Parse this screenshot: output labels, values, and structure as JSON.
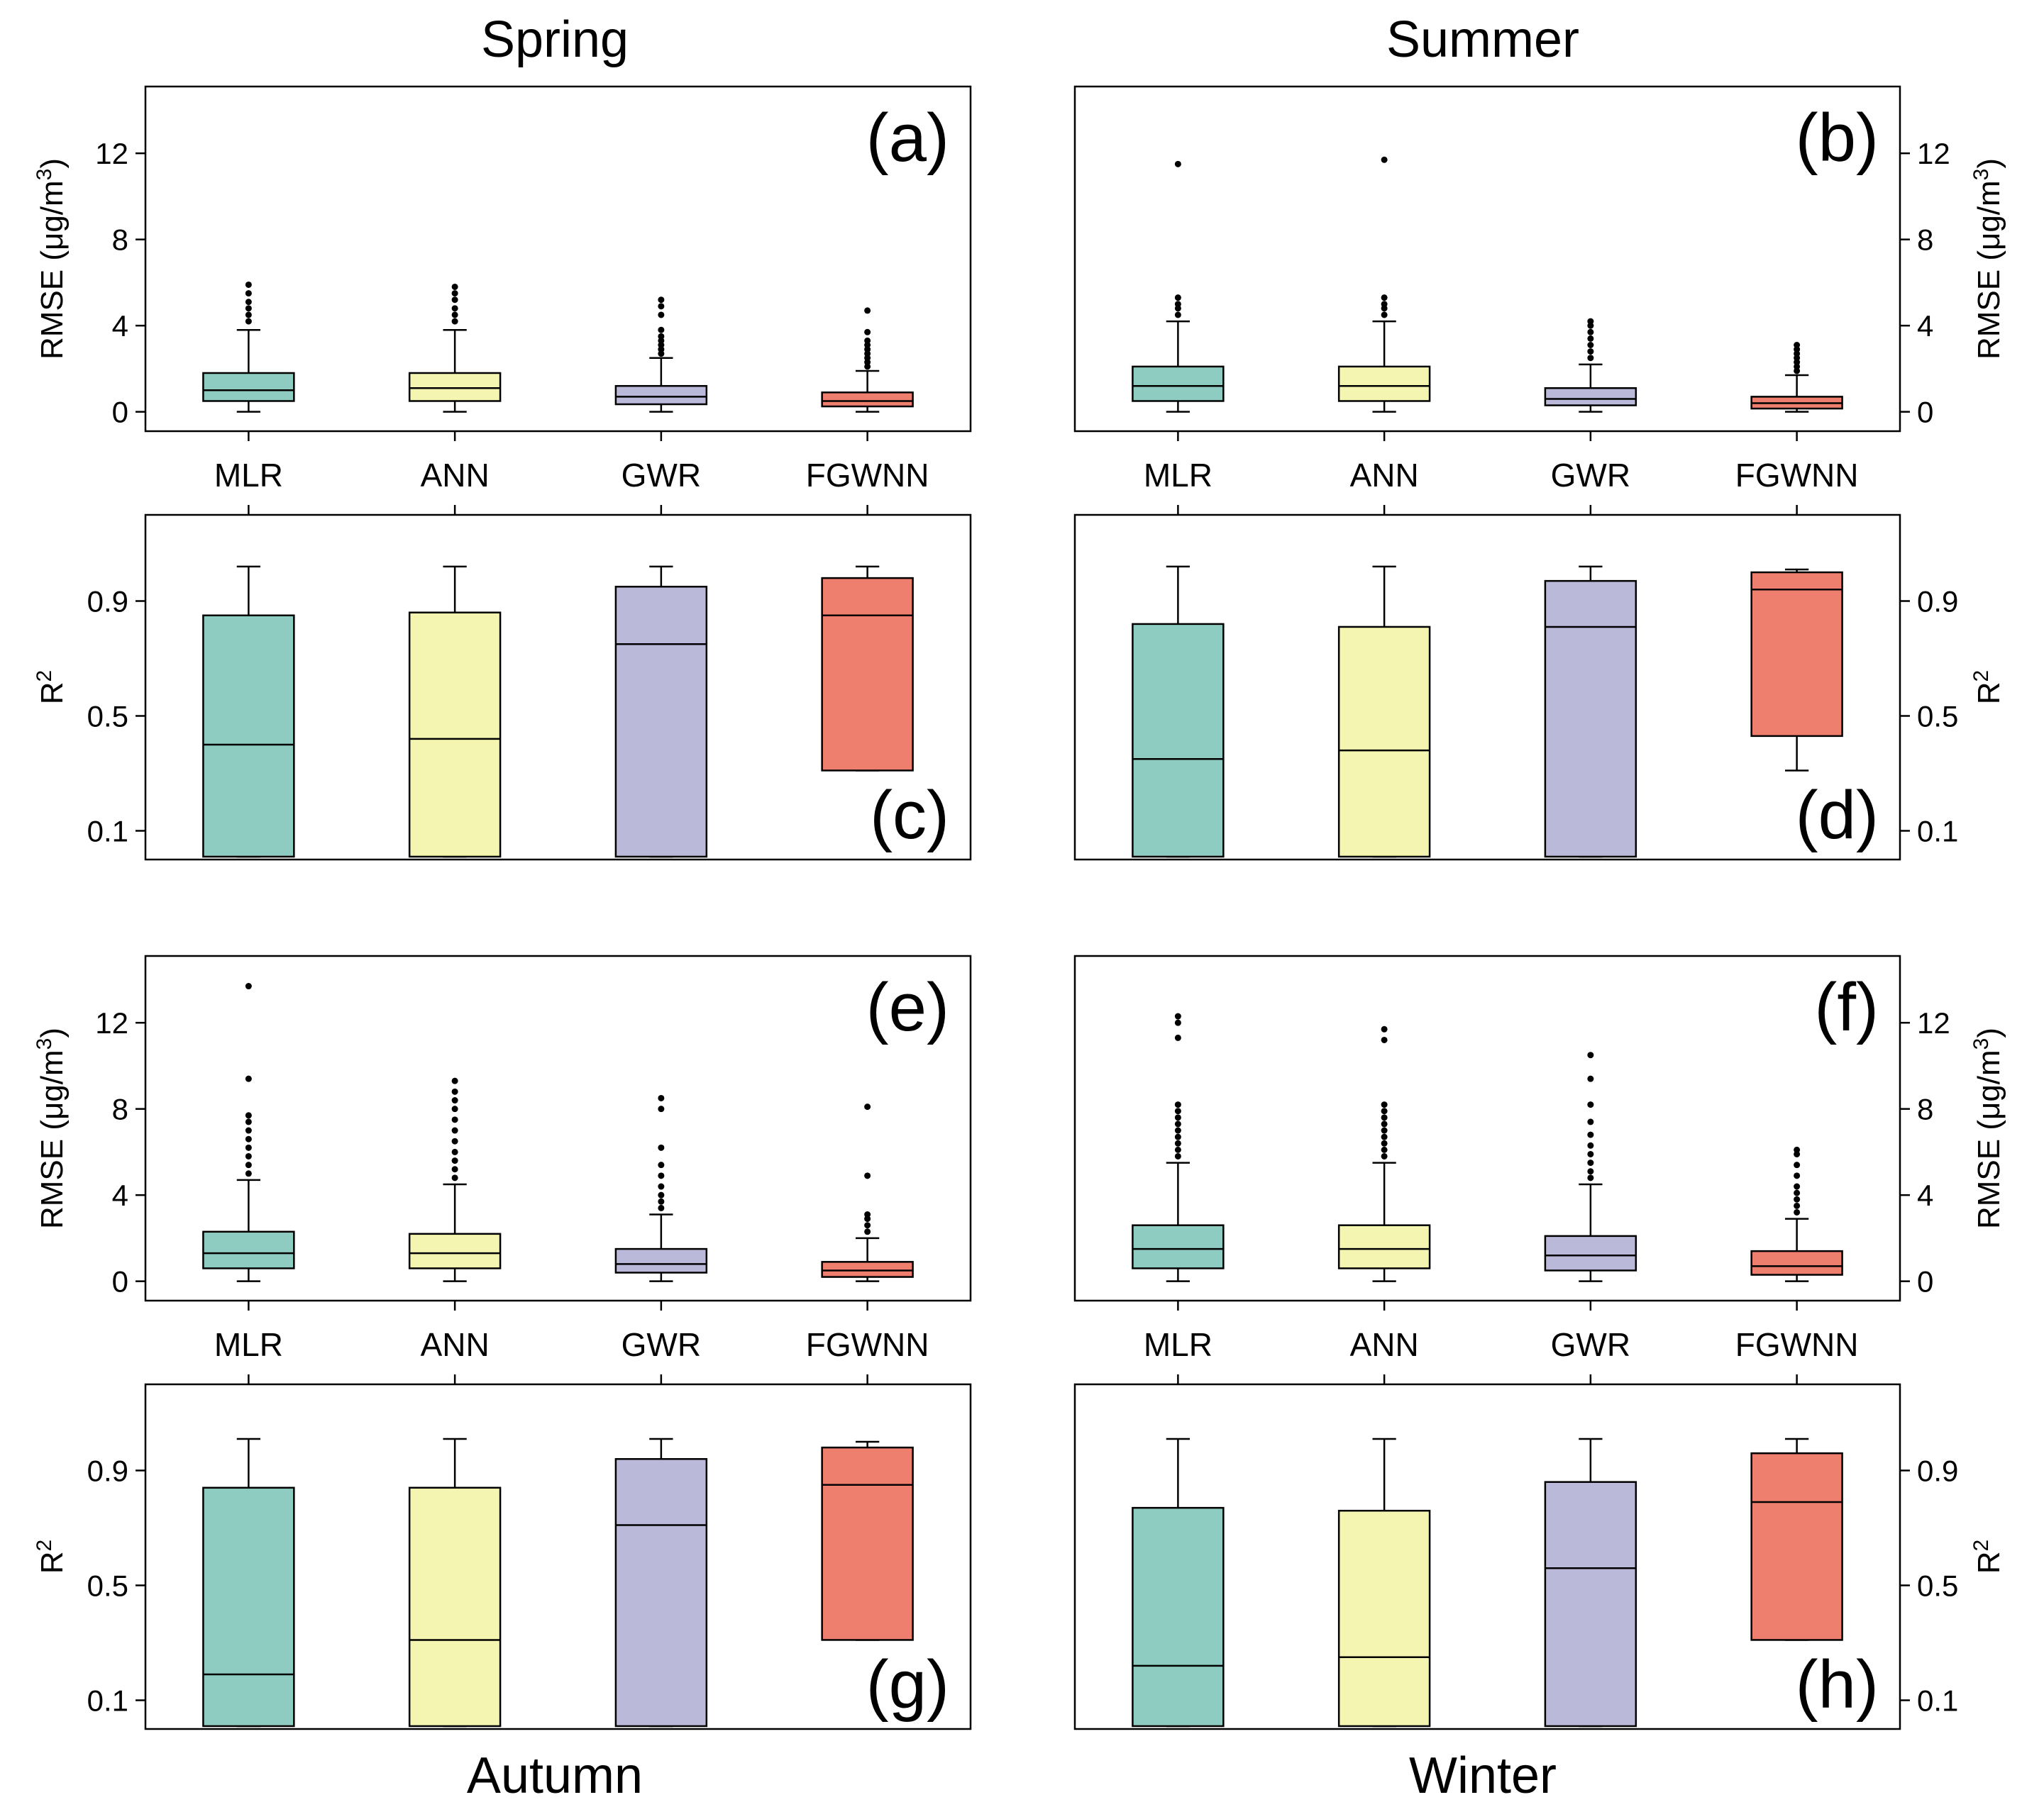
{
  "figure": {
    "season_titles": [
      "Spring",
      "Summer",
      "Autumn",
      "Winter"
    ]
  },
  "axis_labels": {
    "rmse": "RMSE (μg/m",
    "rmse_sup": "3",
    "rmse_close": ")",
    "r2": "R",
    "r2_sup": "2"
  },
  "colors": {
    "MLR": "#8ecbc0",
    "ANN": "#f4f5b0",
    "GWR": "#bbb9d9",
    "FGWNN": "#ee7e6e"
  },
  "chart_data": [
    {
      "panel": "(a)",
      "season": "Spring",
      "type": "box",
      "metric": "RMSE",
      "categories": [
        "MLR",
        "ANN",
        "GWR",
        "FGWNN"
      ],
      "ylim": [
        -0.9,
        15.1
      ],
      "yticks": [
        0,
        4,
        8,
        12
      ],
      "boxes": [
        {
          "min": 0,
          "q1": 0.5,
          "median": 1.0,
          "q3": 1.8,
          "max": 3.8,
          "outliers": [
            4.2,
            4.5,
            4.8,
            5.1,
            5.5,
            5.9
          ]
        },
        {
          "min": 0,
          "q1": 0.5,
          "median": 1.1,
          "q3": 1.8,
          "max": 3.8,
          "outliers": [
            4.2,
            4.5,
            4.8,
            5.2,
            5.5,
            5.8
          ]
        },
        {
          "min": 0,
          "q1": 0.35,
          "median": 0.7,
          "q3": 1.2,
          "max": 2.5,
          "outliers": [
            2.7,
            2.9,
            3.1,
            3.3,
            3.5,
            3.8,
            4.5,
            4.9,
            5.2
          ]
        },
        {
          "min": 0,
          "q1": 0.25,
          "median": 0.5,
          "q3": 0.9,
          "max": 1.9,
          "outliers": [
            2.1,
            2.3,
            2.5,
            2.7,
            2.9,
            3.1,
            3.3,
            3.7,
            4.7
          ]
        }
      ]
    },
    {
      "panel": "(b)",
      "season": "Summer",
      "type": "box",
      "metric": "RMSE",
      "categories": [
        "MLR",
        "ANN",
        "GWR",
        "FGWNN"
      ],
      "ylim": [
        -0.9,
        15.1
      ],
      "yticks": [
        0,
        4,
        8,
        12
      ],
      "boxes": [
        {
          "min": 0,
          "q1": 0.5,
          "median": 1.2,
          "q3": 2.1,
          "max": 4.2,
          "outliers": [
            4.5,
            4.8,
            5.0,
            5.3,
            11.5
          ]
        },
        {
          "min": 0,
          "q1": 0.5,
          "median": 1.2,
          "q3": 2.1,
          "max": 4.2,
          "outliers": [
            4.5,
            4.8,
            5.0,
            5.3,
            11.7
          ]
        },
        {
          "min": 0,
          "q1": 0.3,
          "median": 0.6,
          "q3": 1.1,
          "max": 2.2,
          "outliers": [
            2.5,
            2.8,
            3.1,
            3.4,
            3.7,
            4.0,
            4.2
          ]
        },
        {
          "min": 0,
          "q1": 0.15,
          "median": 0.4,
          "q3": 0.7,
          "max": 1.7,
          "outliers": [
            1.9,
            2.1,
            2.3,
            2.5,
            2.7,
            2.9,
            3.1
          ]
        }
      ]
    },
    {
      "panel": "(c)",
      "season": "Spring",
      "type": "box",
      "metric": "R2",
      "categories": [
        "MLR",
        "ANN",
        "GWR",
        "FGWNN"
      ],
      "ylim": [
        0.0,
        1.2
      ],
      "yticks": [
        0.1,
        0.5,
        0.9
      ],
      "ytick_labels": [
        "0.1",
        "0.5",
        "0.9"
      ],
      "boxes": [
        {
          "min": 0.01,
          "q1": 0.01,
          "median": 0.4,
          "q3": 0.85,
          "max": 1.02,
          "outliers": []
        },
        {
          "min": 0.01,
          "q1": 0.01,
          "median": 0.42,
          "q3": 0.86,
          "max": 1.02,
          "outliers": []
        },
        {
          "min": 0.01,
          "q1": 0.01,
          "median": 0.75,
          "q3": 0.95,
          "max": 1.02,
          "outliers": []
        },
        {
          "min": 0.31,
          "q1": 0.31,
          "median": 0.85,
          "q3": 0.98,
          "max": 1.02,
          "outliers": []
        }
      ]
    },
    {
      "panel": "(d)",
      "season": "Summer",
      "type": "box",
      "metric": "R2",
      "categories": [
        "MLR",
        "ANN",
        "GWR",
        "FGWNN"
      ],
      "ylim": [
        0.0,
        1.2
      ],
      "yticks": [
        0.1,
        0.5,
        0.9
      ],
      "ytick_labels": [
        "0.1",
        "0.5",
        "0.9"
      ],
      "boxes": [
        {
          "min": 0.01,
          "q1": 0.01,
          "median": 0.35,
          "q3": 0.82,
          "max": 1.02,
          "outliers": []
        },
        {
          "min": 0.01,
          "q1": 0.01,
          "median": 0.38,
          "q3": 0.81,
          "max": 1.02,
          "outliers": []
        },
        {
          "min": 0.01,
          "q1": 0.01,
          "median": 0.81,
          "q3": 0.97,
          "max": 1.02,
          "outliers": []
        },
        {
          "min": 0.31,
          "q1": 0.43,
          "median": 0.94,
          "q3": 1.0,
          "max": 1.01,
          "outliers": []
        }
      ]
    },
    {
      "panel": "(e)",
      "season": "Autumn",
      "type": "box",
      "metric": "RMSE",
      "categories": [
        "MLR",
        "ANN",
        "GWR",
        "FGWNN"
      ],
      "ylim": [
        -0.9,
        15.1
      ],
      "yticks": [
        0,
        4,
        8,
        12
      ],
      "boxes": [
        {
          "min": 0,
          "q1": 0.6,
          "median": 1.3,
          "q3": 2.3,
          "max": 4.7,
          "outliers": [
            5.0,
            5.4,
            5.8,
            6.2,
            6.6,
            7.0,
            7.4,
            7.7,
            9.4,
            13.7
          ]
        },
        {
          "min": 0,
          "q1": 0.6,
          "median": 1.3,
          "q3": 2.2,
          "max": 4.5,
          "outliers": [
            4.8,
            5.2,
            5.6,
            6.0,
            6.5,
            7.0,
            7.5,
            8.0,
            8.4,
            8.8,
            9.3
          ]
        },
        {
          "min": 0,
          "q1": 0.4,
          "median": 0.8,
          "q3": 1.5,
          "max": 3.1,
          "outliers": [
            3.4,
            3.7,
            4.0,
            4.4,
            4.9,
            5.4,
            6.2,
            8.0,
            8.5
          ]
        },
        {
          "min": 0,
          "q1": 0.2,
          "median": 0.5,
          "q3": 0.9,
          "max": 2.0,
          "outliers": [
            2.3,
            2.6,
            2.9,
            3.1,
            4.9,
            8.1
          ]
        }
      ]
    },
    {
      "panel": "(f)",
      "season": "Winter",
      "type": "box",
      "metric": "RMSE",
      "categories": [
        "MLR",
        "ANN",
        "GWR",
        "FGWNN"
      ],
      "ylim": [
        -0.9,
        15.1
      ],
      "yticks": [
        0,
        4,
        8,
        12
      ],
      "boxes": [
        {
          "min": 0,
          "q1": 0.6,
          "median": 1.5,
          "q3": 2.6,
          "max": 5.5,
          "outliers": [
            5.8,
            6.1,
            6.4,
            6.7,
            7.0,
            7.3,
            7.6,
            7.9,
            8.2,
            11.3,
            12.0,
            12.3
          ]
        },
        {
          "min": 0,
          "q1": 0.6,
          "median": 1.5,
          "q3": 2.6,
          "max": 5.5,
          "outliers": [
            5.8,
            6.1,
            6.4,
            6.7,
            7.0,
            7.3,
            7.6,
            7.9,
            8.2,
            11.2,
            11.7
          ]
        },
        {
          "min": 0,
          "q1": 0.5,
          "median": 1.2,
          "q3": 2.1,
          "max": 4.5,
          "outliers": [
            4.8,
            5.1,
            5.5,
            5.9,
            6.3,
            6.8,
            7.4,
            8.2,
            9.4,
            10.5
          ]
        },
        {
          "min": 0,
          "q1": 0.3,
          "median": 0.7,
          "q3": 1.4,
          "max": 2.9,
          "outliers": [
            3.2,
            3.5,
            3.8,
            4.1,
            4.4,
            4.9,
            5.4,
            5.9,
            6.1
          ]
        }
      ]
    },
    {
      "panel": "(g)",
      "season": "Autumn",
      "type": "box",
      "metric": "R2",
      "categories": [
        "MLR",
        "ANN",
        "GWR",
        "FGWNN"
      ],
      "ylim": [
        0.0,
        1.2
      ],
      "yticks": [
        0.1,
        0.5,
        0.9
      ],
      "ytick_labels": [
        "0.1",
        "0.5",
        "0.9"
      ],
      "boxes": [
        {
          "min": 0.01,
          "q1": 0.01,
          "median": 0.19,
          "q3": 0.84,
          "max": 1.01,
          "outliers": []
        },
        {
          "min": 0.01,
          "q1": 0.01,
          "median": 0.31,
          "q3": 0.84,
          "max": 1.01,
          "outliers": []
        },
        {
          "min": 0.01,
          "q1": 0.01,
          "median": 0.71,
          "q3": 0.94,
          "max": 1.01,
          "outliers": []
        },
        {
          "min": 0.31,
          "q1": 0.31,
          "median": 0.85,
          "q3": 0.98,
          "max": 1.0,
          "outliers": []
        }
      ]
    },
    {
      "panel": "(h)",
      "season": "Winter",
      "type": "box",
      "metric": "R2",
      "categories": [
        "MLR",
        "ANN",
        "GWR",
        "FGWNN"
      ],
      "ylim": [
        0.0,
        1.2
      ],
      "yticks": [
        0.1,
        0.5,
        0.9
      ],
      "ytick_labels": [
        "0.1",
        "0.5",
        "0.9"
      ],
      "boxes": [
        {
          "min": 0.01,
          "q1": 0.01,
          "median": 0.22,
          "q3": 0.77,
          "max": 1.01,
          "outliers": []
        },
        {
          "min": 0.01,
          "q1": 0.01,
          "median": 0.25,
          "q3": 0.76,
          "max": 1.01,
          "outliers": []
        },
        {
          "min": 0.01,
          "q1": 0.01,
          "median": 0.56,
          "q3": 0.86,
          "max": 1.01,
          "outliers": []
        },
        {
          "min": 0.31,
          "q1": 0.31,
          "median": 0.79,
          "q3": 0.96,
          "max": 1.01,
          "outliers": []
        }
      ]
    }
  ]
}
